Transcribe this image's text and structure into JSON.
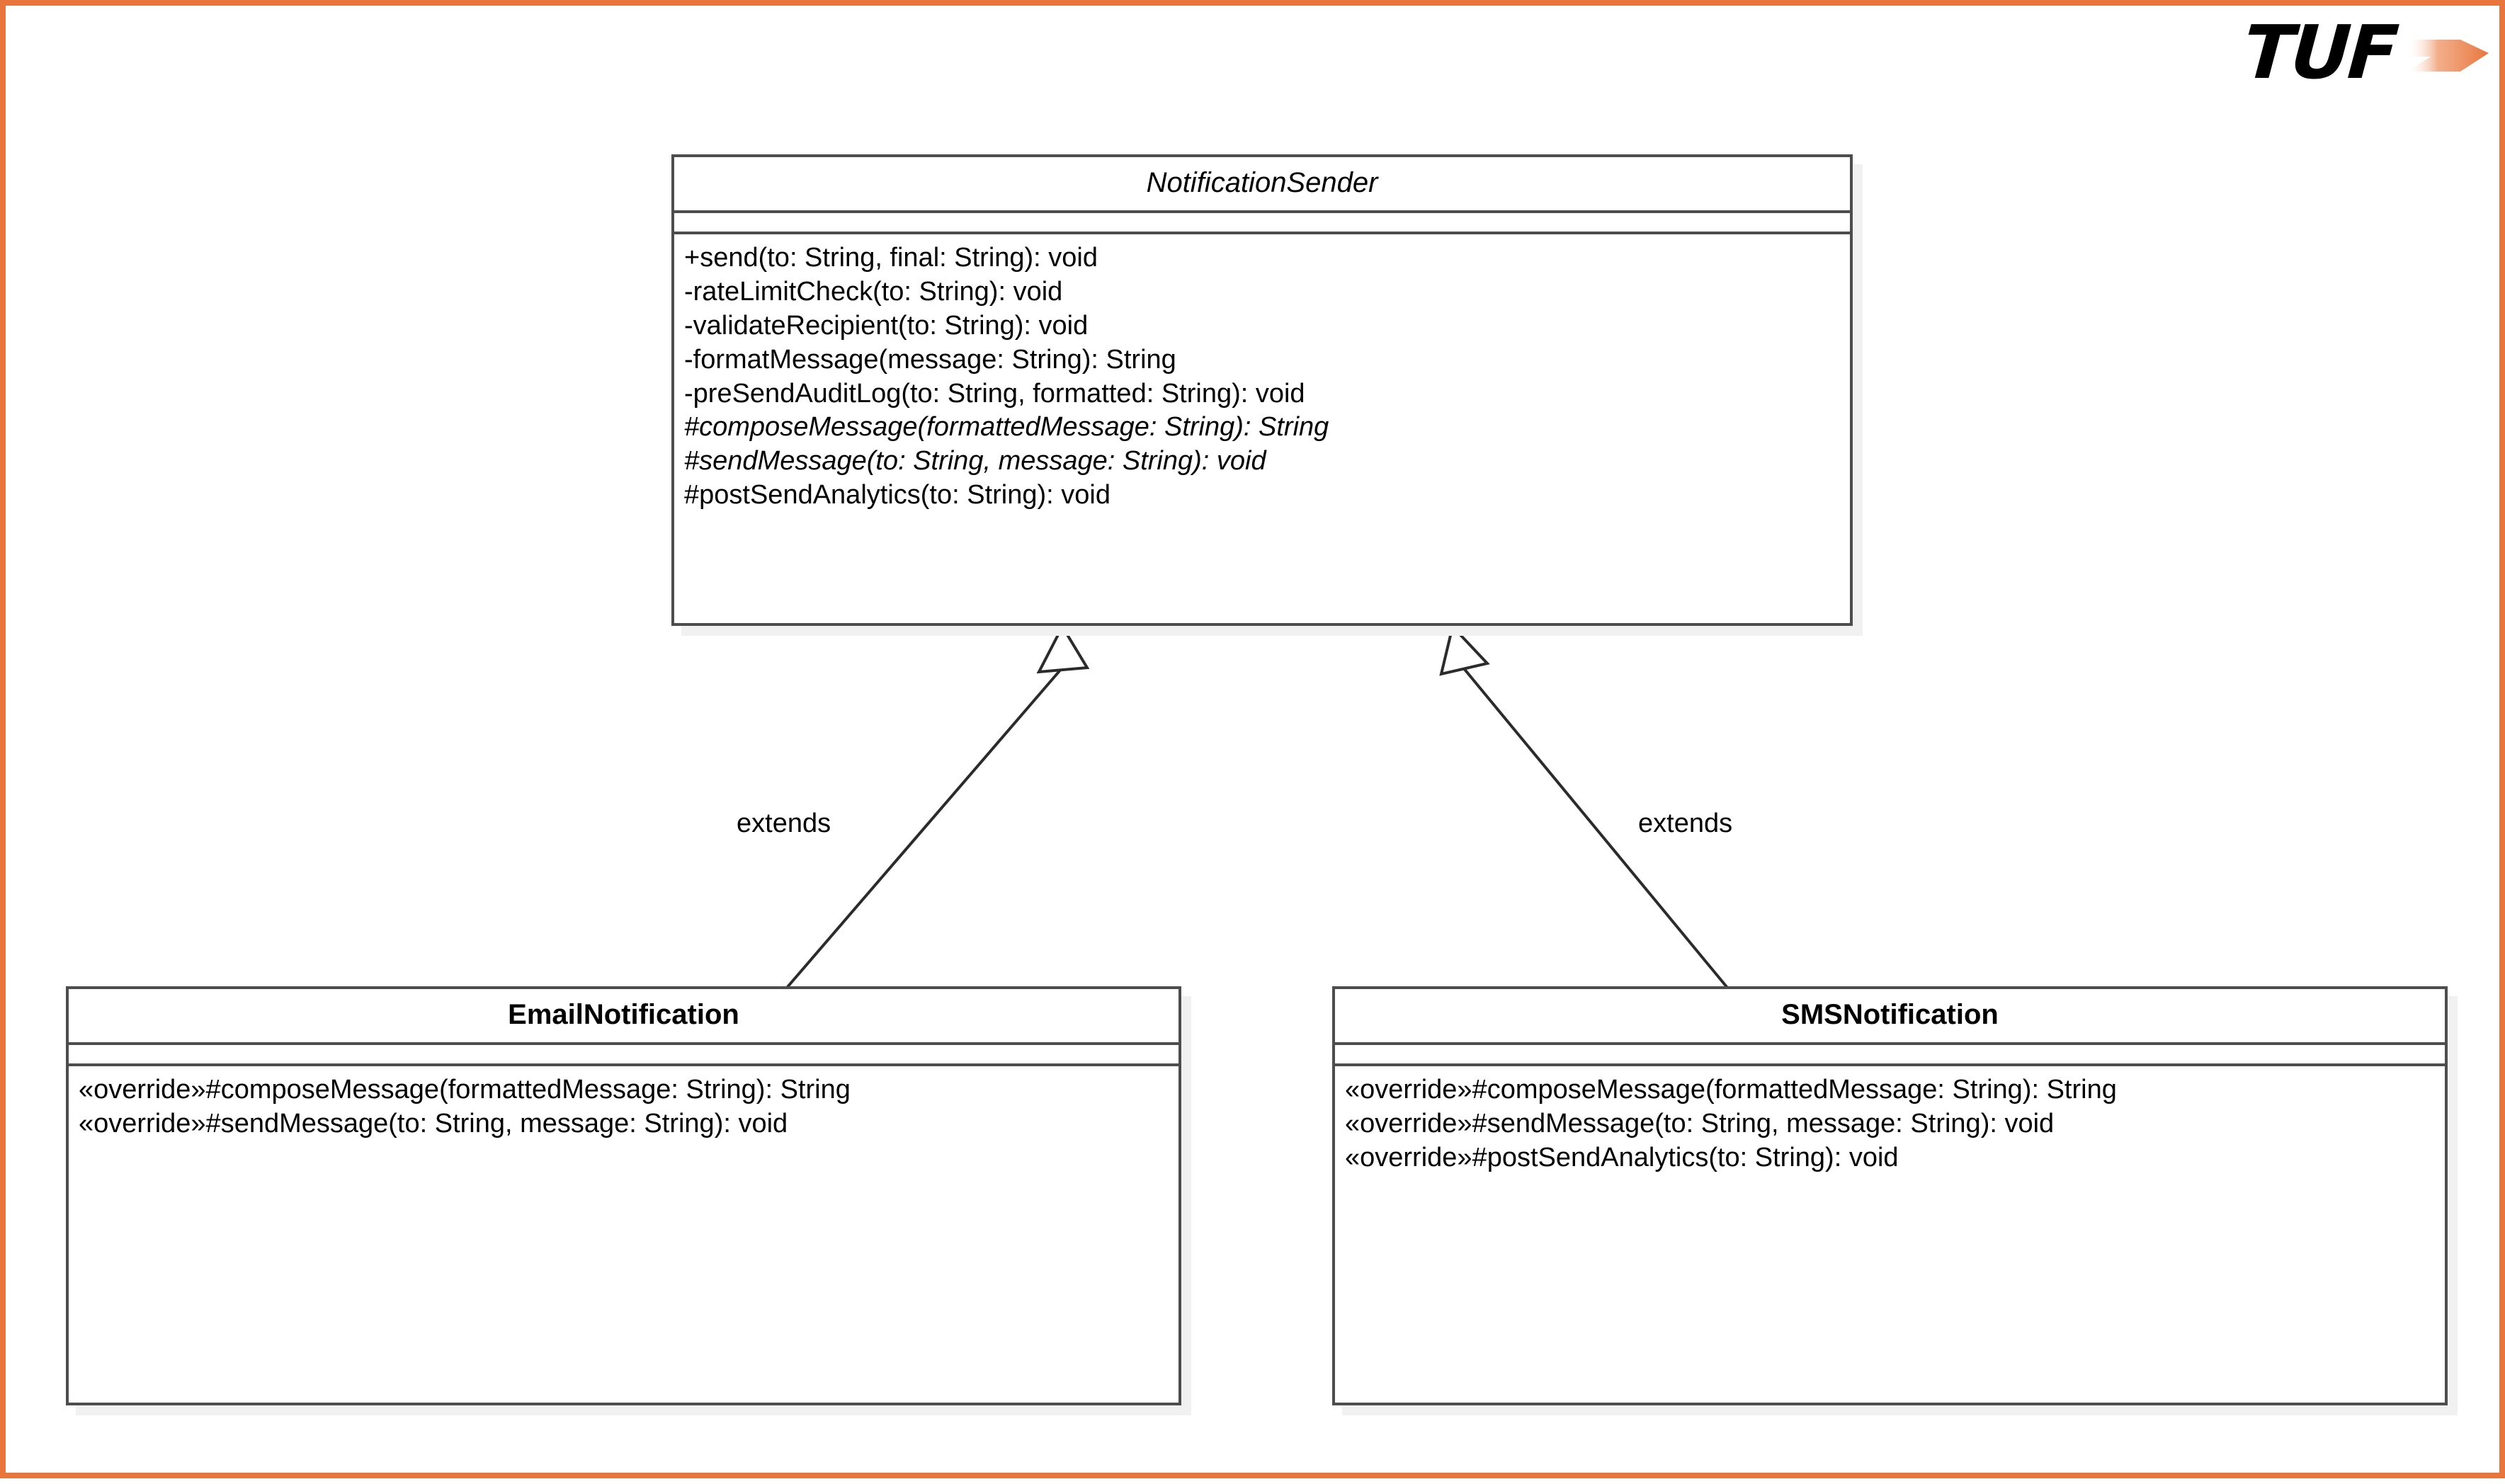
{
  "brand": {
    "logo_text": "TUF",
    "accent_color": "#e8763c",
    "border_color": "#e8763c"
  },
  "diagram": {
    "type": "uml-class-diagram",
    "line_color": "#4d4d4d",
    "shadow_color": "#f1f1f1",
    "parent": {
      "name": "NotificationSender",
      "is_abstract": true,
      "attributes": [],
      "methods": [
        {
          "text": "+send(to: String, final: String): void",
          "abstract": false
        },
        {
          "text": "-rateLimitCheck(to: String): void",
          "abstract": false
        },
        {
          "text": "-validateRecipient(to: String): void",
          "abstract": false
        },
        {
          "text": "-formatMessage(message: String): String",
          "abstract": false
        },
        {
          "text": "-preSendAuditLog(to: String, formatted: String): void",
          "abstract": false
        },
        {
          "text": "#composeMessage(formattedMessage: String): String",
          "abstract": true
        },
        {
          "text": "#sendMessage(to: String, message: String): void",
          "abstract": true
        },
        {
          "text": "#postSendAnalytics(to: String): void",
          "abstract": false
        }
      ]
    },
    "children": [
      {
        "name": "EmailNotification",
        "is_abstract": false,
        "attributes": [],
        "methods": [
          {
            "text": "«override»#composeMessage(formattedMessage: String): String",
            "abstract": false
          },
          {
            "text": "«override»#sendMessage(to: String, message: String): void",
            "abstract": false
          }
        ]
      },
      {
        "name": "SMSNotification",
        "is_abstract": false,
        "attributes": [],
        "methods": [
          {
            "text": "«override»#composeMessage(formattedMessage: String): String",
            "abstract": false
          },
          {
            "text": "«override»#sendMessage(to: String, message: String): void",
            "abstract": false
          },
          {
            "text": "«override»#postSendAnalytics(to: String): void",
            "abstract": false
          }
        ]
      }
    ],
    "relationships": [
      {
        "from": "EmailNotification",
        "to": "NotificationSender",
        "kind": "generalization",
        "label": "extends"
      },
      {
        "from": "SMSNotification",
        "to": "NotificationSender",
        "kind": "generalization",
        "label": "extends"
      }
    ]
  }
}
